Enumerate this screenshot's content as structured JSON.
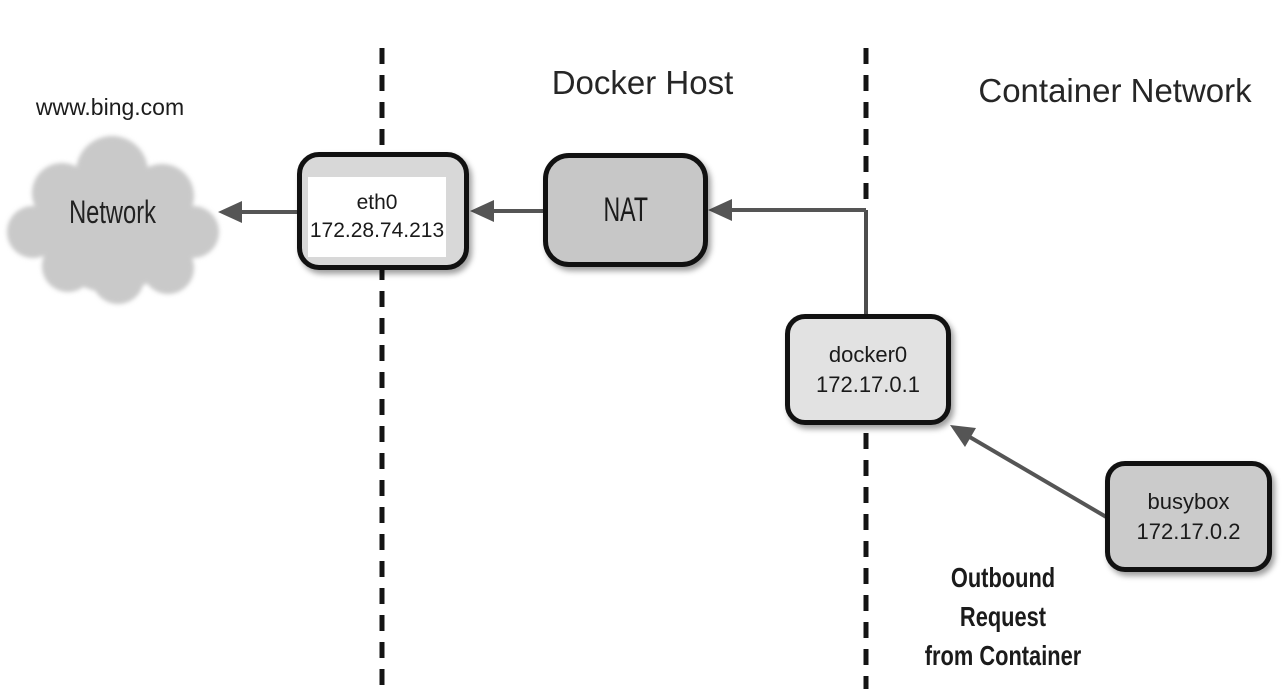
{
  "titles": {
    "docker_host": "Docker Host",
    "container_network": "Container Network"
  },
  "external": {
    "url": "www.bing.com",
    "cloud_label": "Network"
  },
  "nodes": {
    "eth0": {
      "label": "eth0",
      "ip": "172.28.74.213"
    },
    "nat": {
      "label": "NAT"
    },
    "docker0": {
      "label": "docker0",
      "ip": "172.17.0.1"
    },
    "busybox": {
      "label": "busybox",
      "ip": "172.17.0.2"
    }
  },
  "annotation": {
    "outbound_request": "Outbound\nRequest\nfrom Container"
  },
  "colors": {
    "background": "#ffffff",
    "cloud_fill": "#c9c9c9",
    "box_border": "#111111",
    "eth0_fill": "#d8d8d8",
    "eth0_inner_fill": "#ffffff",
    "nat_fill": "#c7c7c7",
    "docker0_fill": "#e2e2e2",
    "busybox_fill": "#cbcbcb",
    "arrow": "#555555",
    "dashed_line": "#141414",
    "text": "#1f1f1f"
  }
}
